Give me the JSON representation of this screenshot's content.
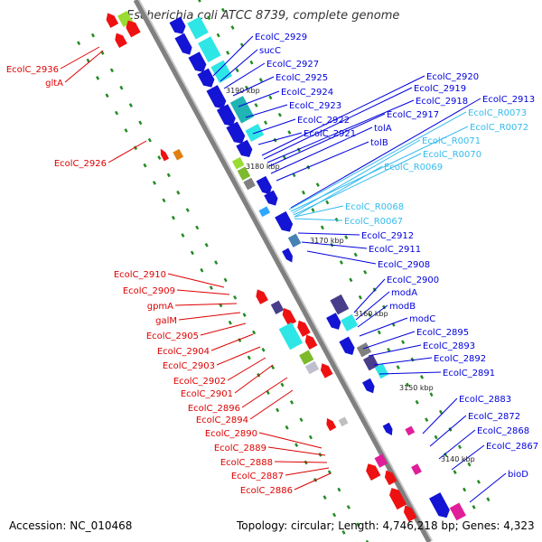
{
  "title": "Escherichia coli ATCC 8739, complete genome",
  "footer": {
    "accession": "Accession: NC_010468",
    "stats": "Topology: circular; Length: 4,746,218 bp; Genes: 4,323"
  },
  "colors": {
    "forward_label": "#0000dd",
    "reverse_label": "#dd0000",
    "rna_label": "#33bbee",
    "backbone": "#808080",
    "tick": "#228b22"
  },
  "scale_ticks": [
    {
      "label": "3190 kbp",
      "t": 3190
    },
    {
      "label": "3180 kbp",
      "t": 3180
    },
    {
      "label": "3170 kbp",
      "t": 3170
    },
    {
      "label": "3160 kbp",
      "t": 3160
    },
    {
      "label": "3150 kbp",
      "t": 3150
    },
    {
      "label": "3140 kbp",
      "t": 3140
    }
  ],
  "labels_right": [
    {
      "text": "EcolC_2929",
      "kind": "forward"
    },
    {
      "text": "sucC",
      "kind": "forward"
    },
    {
      "text": "EcolC_2927",
      "kind": "forward"
    },
    {
      "text": "EcolC_2925",
      "kind": "forward"
    },
    {
      "text": "EcolC_2924",
      "kind": "forward"
    },
    {
      "text": "EcolC_2923",
      "kind": "forward"
    },
    {
      "text": "EcolC_2922",
      "kind": "forward"
    },
    {
      "text": "EcolC_2921",
      "kind": "forward"
    },
    {
      "text": "EcolC_2920",
      "kind": "forward"
    },
    {
      "text": "EcolC_2919",
      "kind": "forward"
    },
    {
      "text": "EcolC_2918",
      "kind": "forward"
    },
    {
      "text": "EcolC_2917",
      "kind": "forward"
    },
    {
      "text": "tolA",
      "kind": "forward"
    },
    {
      "text": "tolB",
      "kind": "forward"
    },
    {
      "text": "EcolC_2913",
      "kind": "forward"
    },
    {
      "text": "EcolC_R0073",
      "kind": "rna"
    },
    {
      "text": "EcolC_R0072",
      "kind": "rna"
    },
    {
      "text": "EcolC_R0071",
      "kind": "rna"
    },
    {
      "text": "EcolC_R0070",
      "kind": "rna"
    },
    {
      "text": "EcolC_R0069",
      "kind": "rna"
    },
    {
      "text": "EcolC_R0068",
      "kind": "rna"
    },
    {
      "text": "EcolC_R0067",
      "kind": "rna"
    },
    {
      "text": "EcolC_2912",
      "kind": "forward"
    },
    {
      "text": "EcolC_2911",
      "kind": "forward"
    },
    {
      "text": "EcolC_2908",
      "kind": "forward"
    },
    {
      "text": "EcolC_2900",
      "kind": "forward"
    },
    {
      "text": "modA",
      "kind": "forward"
    },
    {
      "text": "modB",
      "kind": "forward"
    },
    {
      "text": "modC",
      "kind": "forward"
    },
    {
      "text": "EcolC_2895",
      "kind": "forward"
    },
    {
      "text": "EcolC_2893",
      "kind": "forward"
    },
    {
      "text": "EcolC_2892",
      "kind": "forward"
    },
    {
      "text": "EcolC_2891",
      "kind": "forward"
    },
    {
      "text": "EcolC_2883",
      "kind": "forward"
    },
    {
      "text": "EcolC_2872",
      "kind": "forward"
    },
    {
      "text": "EcolC_2868",
      "kind": "forward"
    },
    {
      "text": "EcolC_2867",
      "kind": "forward"
    },
    {
      "text": "bioD",
      "kind": "forward"
    }
  ],
  "labels_left": [
    {
      "text": "EcolC_2936"
    },
    {
      "text": "gltA"
    },
    {
      "text": "EcolC_2926"
    },
    {
      "text": "EcolC_2910"
    },
    {
      "text": "EcolC_2909"
    },
    {
      "text": "gpmA"
    },
    {
      "text": "galM"
    },
    {
      "text": "EcolC_2905"
    },
    {
      "text": "EcolC_2904"
    },
    {
      "text": "EcolC_2903"
    },
    {
      "text": "EcolC_2902"
    },
    {
      "text": "EcolC_2901"
    },
    {
      "text": "EcolC_2896"
    },
    {
      "text": "EcolC_2894"
    },
    {
      "text": "EcolC_2890"
    },
    {
      "text": "EcolC_2889"
    },
    {
      "text": "EcolC_2888"
    },
    {
      "text": "EcolC_2887"
    },
    {
      "text": "EcolC_2886"
    }
  ]
}
